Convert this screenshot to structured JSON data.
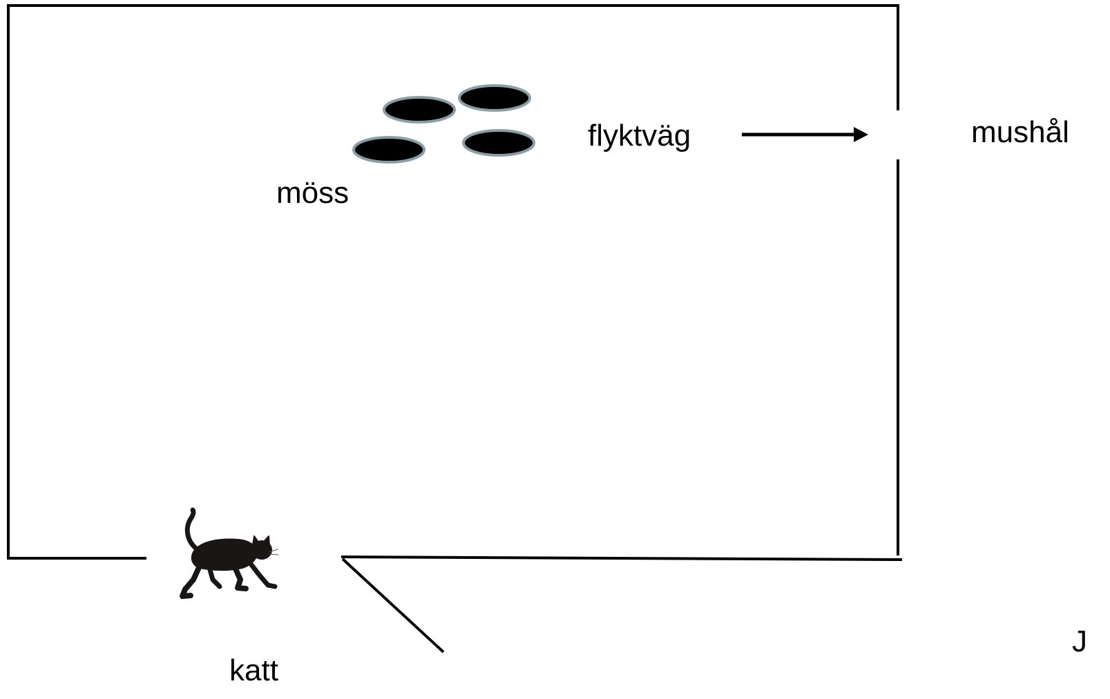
{
  "labels": {
    "mice": "möss",
    "escape_route": "flyktväg",
    "mouse_hole": "mushål",
    "cat": "katt",
    "edge_letter": "J"
  },
  "colors": {
    "background": "#ffffff",
    "ink": "#000000",
    "mouse_fill": "#000000",
    "mouse_outline": "#8a9ea6"
  },
  "icons": {
    "cat": "black-cat-icon",
    "mouse": "mouse-ellipse-icon",
    "arrow": "arrow-right-icon"
  }
}
